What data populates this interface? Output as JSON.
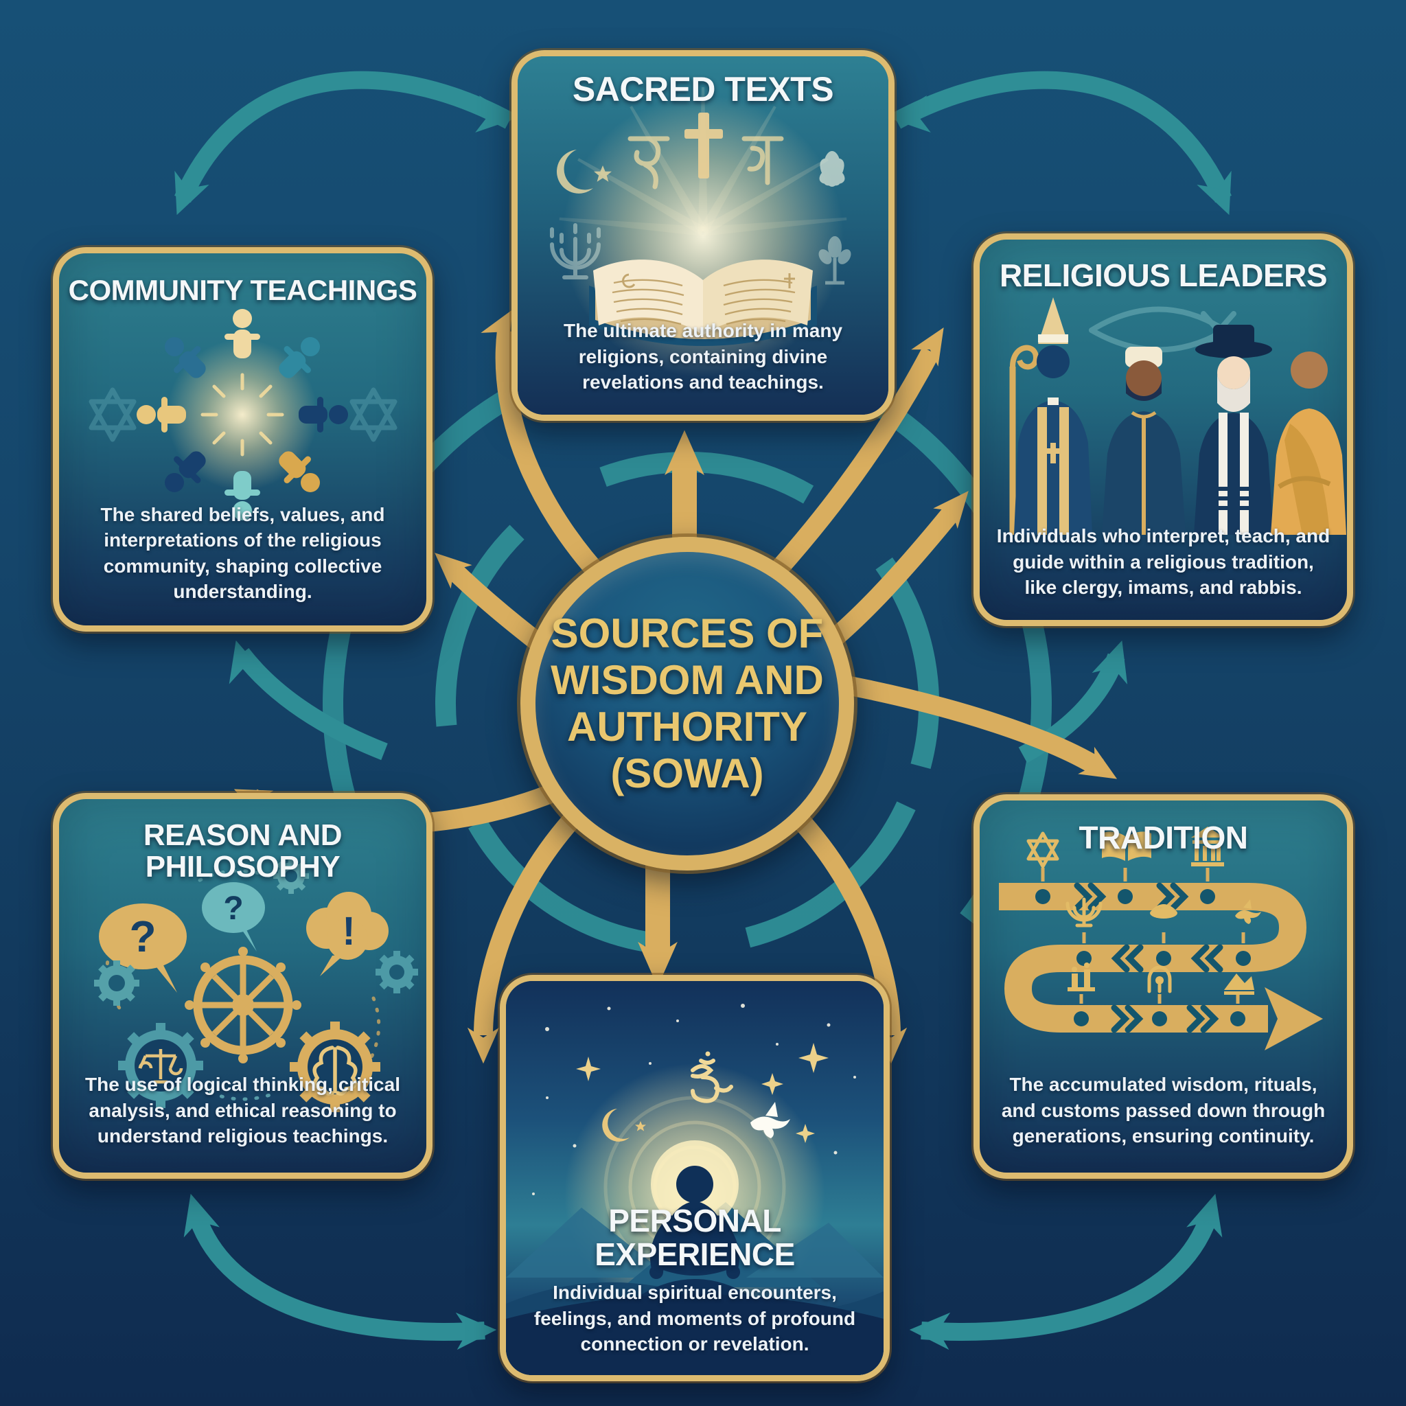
{
  "infographic_title": "Sources of Wisdom and Authority (SOWA)",
  "center": {
    "lines": [
      "SOURCES OF",
      "WISDOM AND",
      "AUTHORITY",
      "(SOWA)"
    ]
  },
  "cards": {
    "sacred_texts": {
      "title": "SACRED TEXTS",
      "description": "The ultimate authority in many religions, containing divine revelations and teachings.",
      "icons": [
        "open-book",
        "crescent-and-star",
        "devanagari-glyph",
        "cross",
        "lotus",
        "menorah",
        "tree-lamp",
        "light-rays"
      ]
    },
    "community_teachings": {
      "title": "COMMUNITY TEACHINGS",
      "description": "The shared beliefs, values, and interpretations of the religious community, shaping collective understanding.",
      "icons": [
        "people-circle",
        "glowing-light",
        "star-of-david-left",
        "star-of-david-right"
      ]
    },
    "religious_leaders": {
      "title": "RELIGIOUS LEADERS",
      "description": "Individuals who interpret, teach, and guide within a religious tradition, like clergy, imams, and rabbis.",
      "icons": [
        "ichthys-fish",
        "bishop",
        "imam",
        "rabbi",
        "monk"
      ]
    },
    "reason_philosophy": {
      "title": "REASON AND PHILOSOPHY",
      "description": "The use of logical thinking, critical analysis, and ethical reasoning to understand religious teachings.",
      "icons": [
        "question-speech-bubble",
        "question-bubble-small",
        "exclamation-cloud",
        "dharma-wheel",
        "gear",
        "scales-gear",
        "brain-gear",
        "dashed-connectors"
      ],
      "glyphs": [
        "?",
        "?",
        "!"
      ]
    },
    "tradition": {
      "title": "TRADITION",
      "description": "The accumulated wisdom, rituals, and customs passed down through generations, ensuring continuity.",
      "icons": [
        "timeline-arrow",
        "star-of-david",
        "open-book",
        "temple",
        "menorah",
        "offering-bowl",
        "dove",
        "candles",
        "person-arch",
        "mountain-scroll"
      ]
    },
    "personal_experience": {
      "title": "PERSONAL EXPERIENCE",
      "description": "Individual spiritual encounters, feelings, and moments of profound connection or revelation.",
      "icons": [
        "meditating-person",
        "halo-glow",
        "om-symbol",
        "crescent-moon",
        "dove",
        "sparkle-stars",
        "night-sky",
        "mountains"
      ]
    }
  },
  "colors": {
    "background_top": "#175076",
    "background_bottom": "#0f2b4f",
    "card_teal": "#2e7e8d",
    "card_navy": "#142f53",
    "card_border_gold": "#ddbb70",
    "gold_arrow": "#d9ae5f",
    "gold_light": "#f0d898",
    "teal_arrow": "#2f8e96",
    "title_text": "#f4f7f8",
    "body_text": "#edf2f6",
    "center_text_gold": "#e9c76f"
  }
}
